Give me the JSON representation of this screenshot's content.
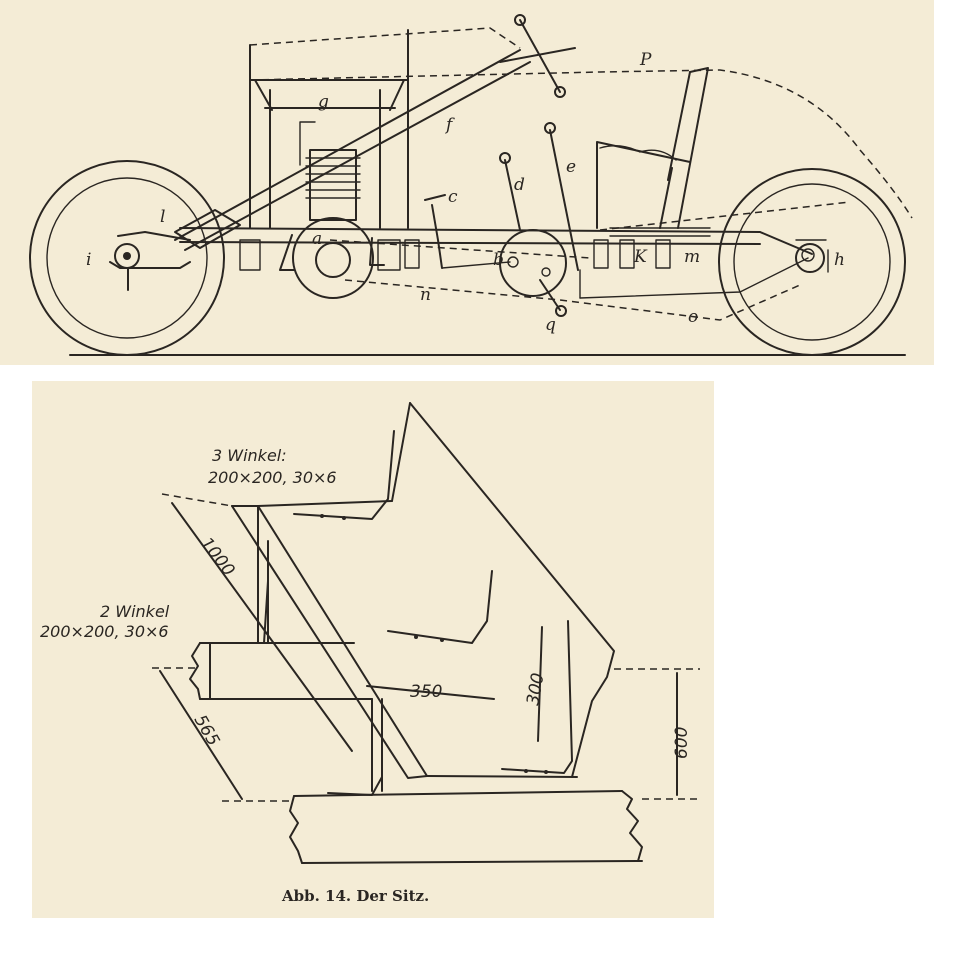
{
  "top_labels": {
    "a": "a",
    "b": "b",
    "c": "c",
    "d": "d",
    "e": "e",
    "f": "f",
    "g": "g",
    "h": "h",
    "i": "i",
    "k": "K",
    "l": "l",
    "m": "m",
    "n": "n",
    "o": "o",
    "p": "P",
    "q": "q"
  },
  "seat": {
    "note_three_angles_title": "3 Winkel:",
    "note_three_angles_spec": "200×200, 30×6",
    "note_two_angles_title": "2 Winkel",
    "note_two_angles_spec": "200×200, 30×6",
    "dim_length": "1000",
    "dim_depth": "565",
    "dim_width": "350",
    "dim_back": "300",
    "dim_height": "600"
  },
  "caption": "Abb. 14. Der Sitz."
}
